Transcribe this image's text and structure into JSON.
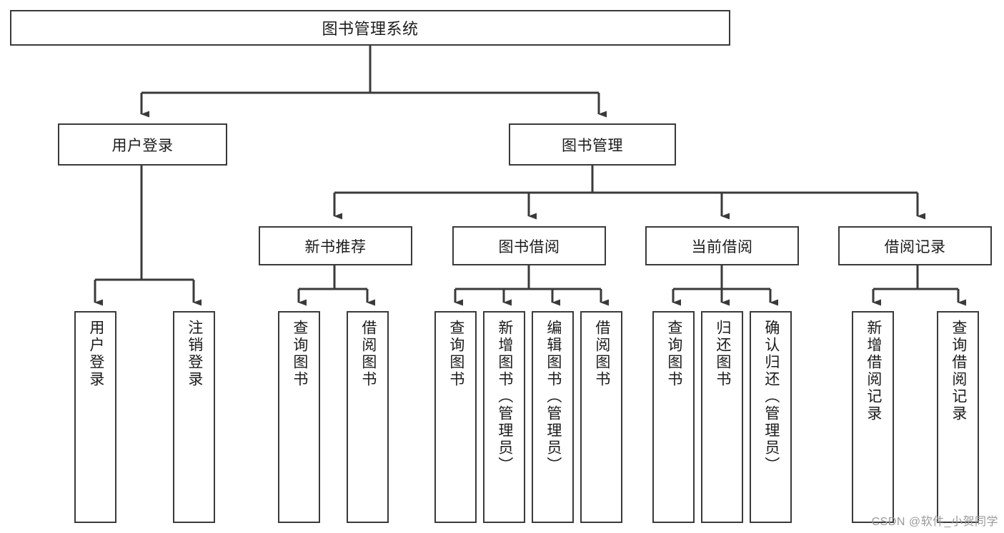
{
  "diagram": {
    "title": "图书管理系统",
    "type": "tree",
    "root": {
      "label": "图书管理系统",
      "orientation": "horizontal"
    },
    "level1": [
      {
        "label": "用户登录",
        "orientation": "horizontal"
      },
      {
        "label": "图书管理",
        "orientation": "horizontal"
      }
    ],
    "level2": [
      {
        "label": "新书推荐",
        "orientation": "horizontal",
        "parent": "图书管理"
      },
      {
        "label": "图书借阅",
        "orientation": "horizontal",
        "parent": "图书管理"
      },
      {
        "label": "当前借阅",
        "orientation": "horizontal",
        "parent": "图书管理"
      },
      {
        "label": "借阅记录",
        "orientation": "horizontal",
        "parent": "图书管理"
      }
    ],
    "leaves": {
      "user_login": [
        {
          "label": "用户登录",
          "orientation": "vertical"
        },
        {
          "label": "注销登录",
          "orientation": "vertical"
        }
      ],
      "new_book_recommend": [
        {
          "label": "查询图书",
          "orientation": "vertical"
        },
        {
          "label": "借阅图书",
          "orientation": "vertical"
        }
      ],
      "book_borrow": [
        {
          "label": "查询图书",
          "orientation": "vertical"
        },
        {
          "label": "新增图书（管理员）",
          "orientation": "vertical"
        },
        {
          "label": "编辑图书（管理员）",
          "orientation": "vertical"
        },
        {
          "label": "借阅图书",
          "orientation": "vertical"
        }
      ],
      "current_borrow": [
        {
          "label": "查询图书",
          "orientation": "vertical"
        },
        {
          "label": "归还图书",
          "orientation": "vertical"
        },
        {
          "label": "确认归还（管理员）",
          "orientation": "vertical"
        }
      ],
      "borrow_record": [
        {
          "label": "新增借阅记录",
          "orientation": "vertical"
        },
        {
          "label": "查询借阅记录",
          "orientation": "vertical"
        }
      ]
    },
    "colors": {
      "stroke": "#3a3a3a",
      "box_fill": "#ffffff",
      "text": "#1b1b1b",
      "watermark": "#9a9a9a",
      "background": "#ffffff"
    }
  },
  "watermark": {
    "text": "CSDN @软件_小贺同学"
  }
}
